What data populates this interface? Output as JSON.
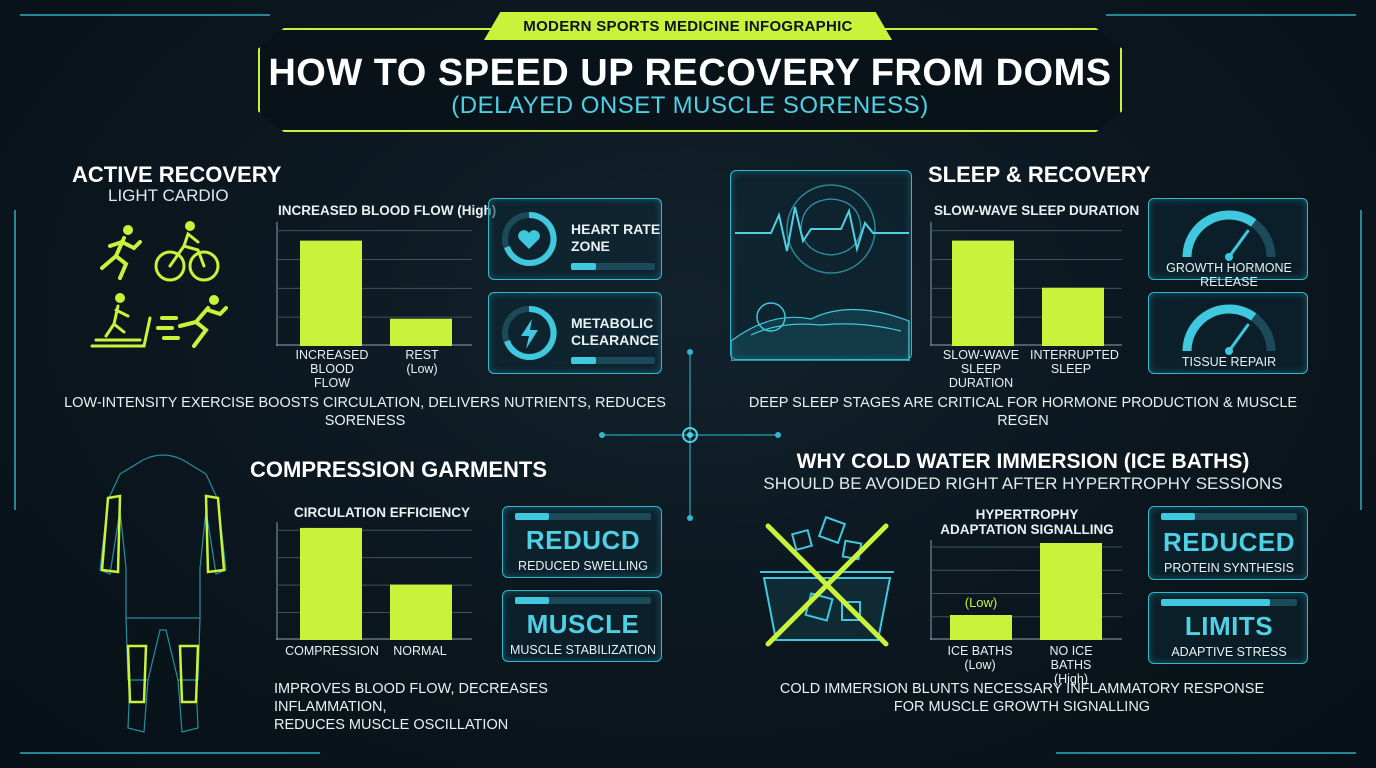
{
  "header": {
    "kicker": "MODERN SPORTS MEDICINE INFOGRAPHIC",
    "title": "HOW TO SPEED UP RECOVERY FROM DOMS",
    "subtitle": "(DELAYED ONSET MUSCLE SORENESS)"
  },
  "active_recovery": {
    "title": "ACTIVE RECOVERY",
    "subtitle": "LIGHT CARDIO",
    "icons": [
      "running-icon",
      "cycling-icon",
      "treadmill-icon",
      "sprint-icon"
    ],
    "card1": {
      "label_line1": "HEART RATE",
      "label_line2": "ZONE",
      "icon": "heart-icon",
      "level": 0.3
    },
    "card2": {
      "label_line1": "METABOLIC",
      "label_line2": "CLEARANCE",
      "icon": "lightning-icon",
      "level": 0.3
    },
    "caption": "LOW-INTENSITY EXERCISE BOOSTS CIRCULATION, DELIVERS NUTRIENTS, REDUCES SORENESS"
  },
  "sleep": {
    "title": "SLEEP & RECOVERY",
    "gauge1": {
      "label": "GROWTH HORMONE RELEASE",
      "level": 0.7
    },
    "gauge2": {
      "label": "TISSUE REPAIR",
      "level": 0.7
    },
    "caption": "DEEP SLEEP STAGES ARE CRITICAL FOR HORMONE PRODUCTION & MUSCLE REGEN"
  },
  "compression": {
    "title": "COMPRESSION GARMENTS",
    "card1": {
      "word": "REDUCD",
      "label": "REDUCED SWELLING",
      "level": 0.25
    },
    "card2": {
      "word": "MUSCLE",
      "label": "MUSCLE STABILIZATION",
      "level": 0.25
    },
    "caption_line1": "IMPROVES BLOOD FLOW, DECREASES INFLAMMATION,",
    "caption_line2": "REDUCES MUSCLE OSCILLATION"
  },
  "cold": {
    "title": "WHY COLD WATER IMMERSION (ICE BATHS)",
    "subtitle": "SHOULD BE AVOIDED RIGHT AFTER HYPERTROPHY SESSIONS",
    "card1": {
      "word": "REDUCED",
      "label": "PROTEIN SYNTHESIS",
      "level": 0.25
    },
    "card2": {
      "word": "LIMITS",
      "label": "ADAPTIVE STRESS",
      "level": 0.8
    },
    "caption_line1": "COLD IMMERSION BLUNTS NECESSARY INFLAMMATORY RESPONSE",
    "caption_line2": "FOR MUSCLE GROWTH SIGNALLING"
  },
  "colors": {
    "accent": "#c9f23a",
    "cyan": "#3fc8de",
    "bg": "#0a141c"
  },
  "chart_data": [
    {
      "type": "bar",
      "title": "INCREASED BLOOD FLOW (High)",
      "categories": [
        [
          "INCREASED",
          "BLOOD FLOW"
        ],
        [
          "REST",
          "(Low)"
        ]
      ],
      "values": [
        85,
        22
      ],
      "ylim": [
        0,
        100
      ],
      "grid": true
    },
    {
      "type": "bar",
      "title": "SLOW-WAVE SLEEP DURATION",
      "categories": [
        [
          "SLOW-WAVE",
          "SLEEP DURATION"
        ],
        [
          "INTERRUPTED",
          "SLEEP"
        ]
      ],
      "values": [
        85,
        47
      ],
      "ylim": [
        0,
        100
      ],
      "grid": true
    },
    {
      "type": "bar",
      "title": "CIRCULATION EFFICIENCY",
      "categories": [
        [
          "COMPRESSION"
        ],
        [
          "NORMAL"
        ]
      ],
      "values": [
        95,
        47
      ],
      "ylim": [
        0,
        100
      ],
      "grid": true
    },
    {
      "type": "bar",
      "title_line1": "HYPERTROPHY",
      "title_line2": "ADAPTATION SIGNALLING",
      "categories": [
        [
          "ICE BATHS",
          "(Low)"
        ],
        [
          "NO ICE BATHS",
          "(High)"
        ]
      ],
      "values": [
        25,
        97
      ],
      "data_labels": [
        "(Low)",
        "(High)"
      ],
      "ylim": [
        0,
        100
      ],
      "grid": true
    }
  ]
}
